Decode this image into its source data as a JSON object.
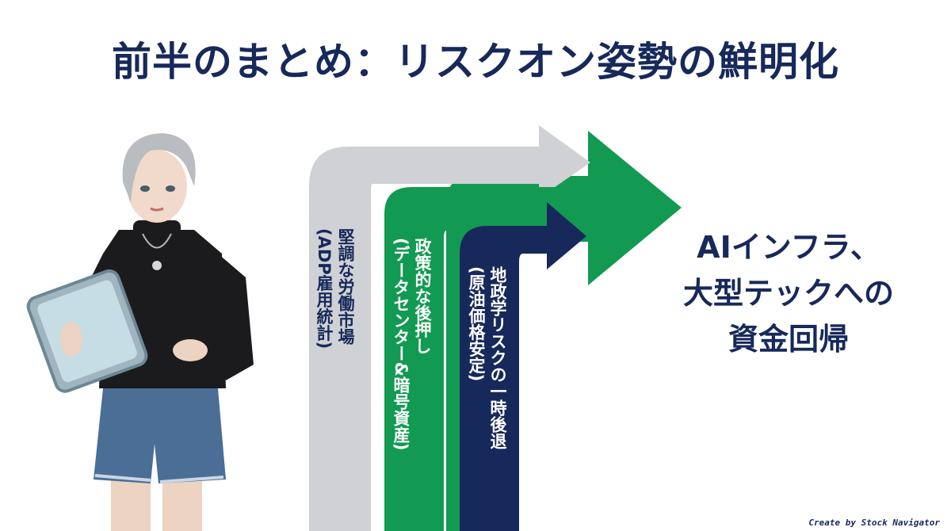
{
  "title": "前半のまとめ：リスクオン姿勢の鮮明化",
  "arrows": [
    {
      "main": "堅調な労働市場",
      "sub": "(ADP雇用統計)",
      "color": "#cfd1d4",
      "text_color": "#17295a"
    },
    {
      "main": "政策的な後押し",
      "sub": "(データセンター&暗号資産)",
      "color": "#129a52",
      "text_color": "#ffffff"
    },
    {
      "main": "地政学リスクの一時後退",
      "sub": "(原油価格安定)",
      "color": "#17295a",
      "text_color": "#ffffff"
    }
  ],
  "big_arrow_color": "#139a52",
  "result_lines": [
    "AIインフラ、",
    "大型テックへの",
    "資金回帰"
  ],
  "credit": "Create by Stock Navigator"
}
